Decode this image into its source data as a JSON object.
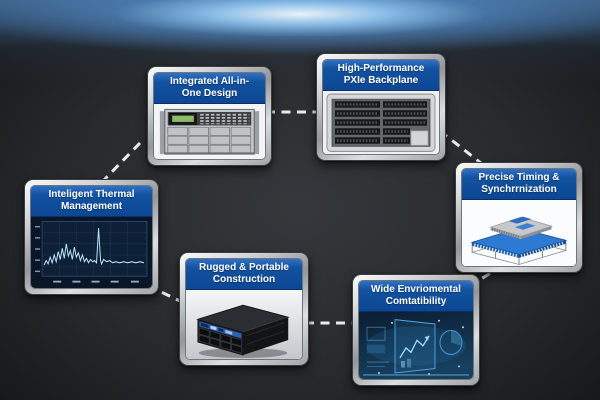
{
  "colors": {
    "header_blue": "#0f4fa0",
    "frame_silver": "#c9ccd0",
    "connector_white": "#ebebeb",
    "top_glow_blue": "#96cdfa",
    "background_charcoal": "#26282b"
  },
  "cards": [
    {
      "id": "integrated-design",
      "title_line1": "Integrated All-in-",
      "title_line2": "One Design",
      "image_icon": "rack-server-front-image"
    },
    {
      "id": "pxie-backplane",
      "title_line1": "High-Performance",
      "title_line2": "PXIe Backplane",
      "image_icon": "backplane-slots-image"
    },
    {
      "id": "timing-sync",
      "title_line1": "Precise Timing &",
      "title_line2": "Synchrrnization",
      "image_icon": "chip-stack-image"
    },
    {
      "id": "environmental",
      "title_line1": "Wide Envriomental",
      "title_line2": "Comtatibility",
      "image_icon": "hud-dashboard-image"
    },
    {
      "id": "rugged-portable",
      "title_line1": "Rugged & Portable",
      "title_line2": "Construction",
      "image_icon": "rugged-chassis-image"
    },
    {
      "id": "thermal-management",
      "title_line1": "Inteligent Thermal",
      "title_line2": "Management",
      "image_icon": "thermal-chart-image"
    }
  ]
}
